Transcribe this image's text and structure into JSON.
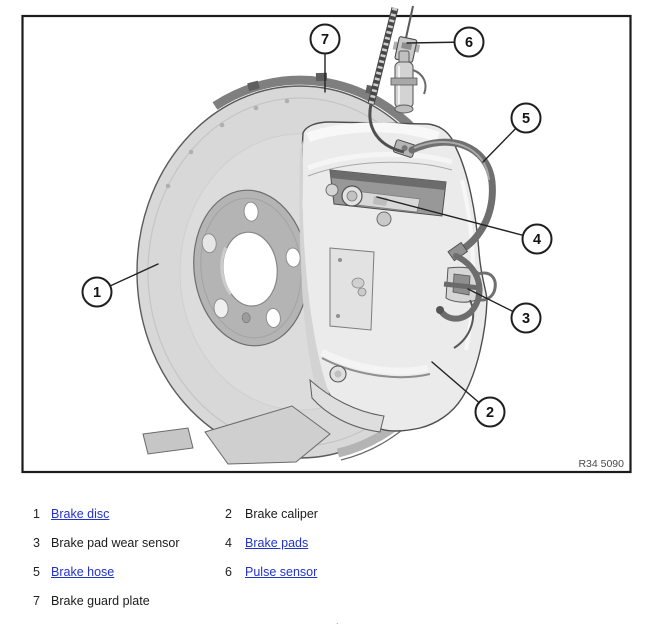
{
  "colors": {
    "link_blue": "#2233cc",
    "line_dark": "#222222",
    "disc_gray": "#d8d8d8",
    "hub_gray": "#b4b4b4",
    "caliper_gray": "#ebebeb"
  },
  "figure": {
    "code": "R34 5090",
    "callouts": [
      {
        "n": "1"
      },
      {
        "n": "2"
      },
      {
        "n": "3"
      },
      {
        "n": "4"
      },
      {
        "n": "5"
      },
      {
        "n": "6"
      },
      {
        "n": "7"
      }
    ]
  },
  "legend": {
    "items": [
      {
        "num": "1",
        "label": "Brake disc",
        "link": true
      },
      {
        "num": "2",
        "label": "Brake caliper",
        "link": false
      },
      {
        "num": "3",
        "label": "Brake pad wear sensor",
        "link": false
      },
      {
        "num": "4",
        "label": "Brake pads",
        "link": true
      },
      {
        "num": "5",
        "label": "Brake hose",
        "link": true
      },
      {
        "num": "6",
        "label": "Pulse sensor",
        "link": true
      },
      {
        "num": "7",
        "label": "Brake guard plate",
        "link": false
      }
    ]
  },
  "stray_mark": "."
}
